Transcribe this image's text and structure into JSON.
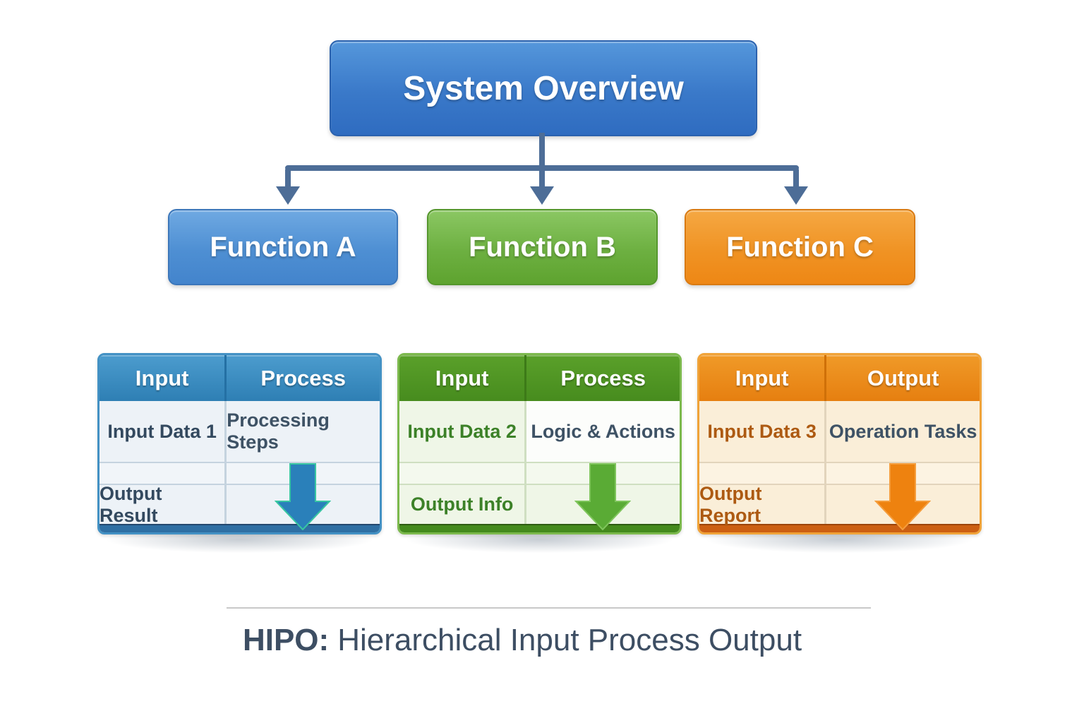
{
  "hierarchy": {
    "root": {
      "label": "System Overview",
      "color": "#3a79c9"
    },
    "connector_color": "#4d6d97",
    "functions": [
      {
        "label": "Function A",
        "color": "#4e8fd3"
      },
      {
        "label": "Function B",
        "color": "#6db041"
      },
      {
        "label": "Function C",
        "color": "#f09324"
      }
    ]
  },
  "tables": [
    {
      "theme": "blue",
      "accent_color": "#2e7fb4",
      "headers": [
        "Input",
        "Process"
      ],
      "rows": [
        [
          "Input Data 1",
          "Processing Steps"
        ],
        [
          "",
          ""
        ],
        [
          "Output Result",
          ""
        ]
      ],
      "arrow_icon": "down-arrow"
    },
    {
      "theme": "green",
      "accent_color": "#478c1e",
      "headers": [
        "Input",
        "Process"
      ],
      "rows": [
        [
          "Input Data 2",
          "Logic & Actions"
        ],
        [
          "",
          ""
        ],
        [
          "Output Info",
          ""
        ]
      ],
      "arrow_icon": "down-arrow"
    },
    {
      "theme": "orange",
      "accent_color": "#e67f10",
      "headers": [
        "Input",
        "Output"
      ],
      "rows": [
        [
          "Input Data 3",
          "Operation Tasks"
        ],
        [
          "",
          ""
        ],
        [
          "Output Report",
          ""
        ]
      ],
      "arrow_icon": "down-arrow"
    }
  ],
  "caption": {
    "prefix": "HIPO:",
    "text": "Hierarchical Input Process Output"
  }
}
